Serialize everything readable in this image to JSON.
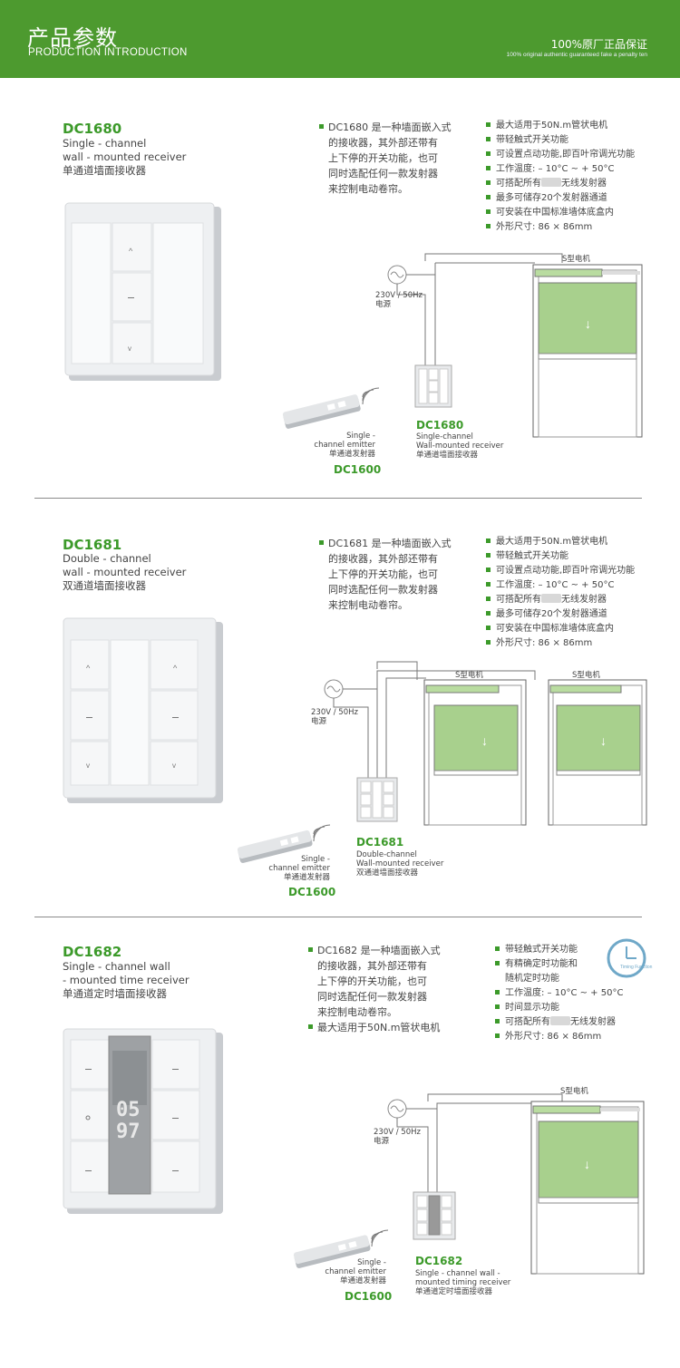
{
  "header": {
    "title_cn": "产品参数",
    "title_en": "PRODUCTION INTRODUCTION",
    "guarantee_cn": "100%原厂正品保证",
    "guarantee_en": "100% original authentic guaranteed fake a penalty ten"
  },
  "products": [
    {
      "model": "DC1680",
      "name_lines": [
        "Single - channel",
        "wall - mounted receiver",
        "单通道墙面接收器"
      ],
      "desc_lines": [
        "DC1680 是一种墙面嵌入式",
        "的接收器，其外部还带有",
        "上下停的开关功能，也可",
        "同时选配任何一款发射器",
        "来控制电动卷帘。"
      ],
      "features": [
        "最大适用于50N.m管状电机",
        "带轻触式开关功能",
        "可设置点动功能,即百叶帘调光功能",
        "工作温度: – 10°C ~ + 50°C",
        "可搭配所有",
        "无线发射器",
        "最多可储存20个发射器通道",
        "可安装在中国标准墙体底盒内",
        "外形尺寸: 86 × 86mm"
      ],
      "power_label": "230V / 50Hz",
      "power_cn": "电源",
      "motor_label": "S型电机",
      "emitter_lines": [
        "Single -",
        "channel emitter",
        "单通道发射器"
      ],
      "emitter_model": "DC1600",
      "receiver_model": "DC1680",
      "receiver_lines": [
        "Single-channel",
        "Wall-mounted receiver",
        "单通道墙面接收器"
      ]
    },
    {
      "model": "DC1681",
      "name_lines": [
        "Double - channel",
        "wall - mounted receiver",
        "双通道墙面接收器"
      ],
      "desc_lines": [
        "DC1681 是一种墙面嵌入式",
        "的接收器，其外部还带有",
        "上下停的开关功能，也可",
        "同时选配任何一款发射器",
        "来控制电动卷帘。"
      ],
      "features": [
        "最大适用于50N.m管状电机",
        "带轻触式开关功能",
        "可设置点动功能,即百叶帘调光功能",
        "工作温度: – 10°C ~ + 50°C",
        "可搭配所有",
        "无线发射器",
        "最多可储存20个发射器通道",
        "可安装在中国标准墙体底盒内",
        "外形尺寸: 86 × 86mm"
      ],
      "power_label": "230V / 50Hz",
      "power_cn": "电源",
      "motor_label": "S型电机",
      "emitter_lines": [
        "Single -",
        "channel emitter",
        "单通道发射器"
      ],
      "emitter_model": "DC1600",
      "receiver_model": "DC1681",
      "receiver_lines": [
        "Double-channel",
        "Wall-mounted receiver",
        "双通道墙面接收器"
      ]
    },
    {
      "model": "DC1682",
      "name_lines": [
        "Single - channel wall",
        "- mounted  time receiver",
        "单通道定时墙面接收器"
      ],
      "desc_lines": [
        "DC1682 是一种墙面嵌入式",
        "的接收器，其外部还带有",
        "上下停的开关功能，也可",
        "同时选配任何一款发射器",
        "来控制电动卷帘。",
        "最大适用于50N.m管状电机"
      ],
      "features": [
        "带轻触式开关功能",
        "有精确定时功能和",
        "随机定时功能",
        "工作温度: – 10°C ~ + 50°C",
        "时间显示功能",
        "可搭配所有",
        "无线发射器",
        "外形尺寸: 86 × 86mm"
      ],
      "timing_label": "Timing Function",
      "power_label": "230V / 50Hz",
      "power_cn": "电源",
      "motor_label": "S型电机",
      "emitter_lines": [
        "Single -",
        "channel emitter",
        "单通道发射器"
      ],
      "emitter_model": "DC1600",
      "receiver_model": "DC1682",
      "receiver_lines": [
        "Single - channel wall -",
        "mounted timing receiver",
        "单通道定时墙面接收器"
      ],
      "lcd_top": "05",
      "lcd_bottom": "97"
    }
  ]
}
